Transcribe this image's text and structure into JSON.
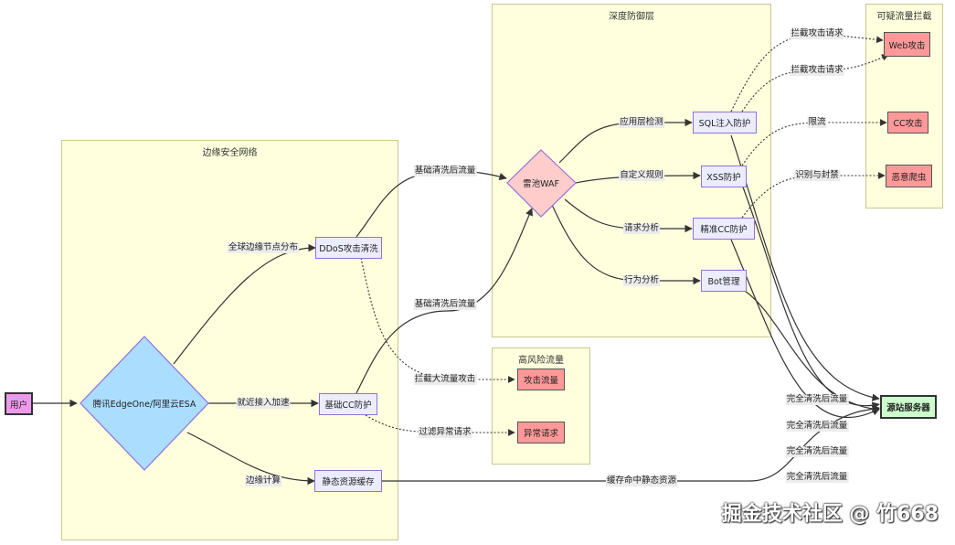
{
  "groups": {
    "edge": "边缘安全网络",
    "deep": "深度防御层",
    "risk": "高风险流量",
    "block": "可疑流量拦截"
  },
  "nodes": {
    "user": "用户",
    "edgeone": "腾讯EdgeOne/阿里云ESA",
    "ddos": "DDoS攻击清洗",
    "cc_basic": "基础CC防护",
    "static_cache": "静态资源缓存",
    "waf": "雷池WAF",
    "sql": "SQL注入防护",
    "xss": "XSS防护",
    "cc_precise": "精准CC防护",
    "bot": "Bot管理",
    "attack_traffic": "攻击流量",
    "abnormal_req": "异常请求",
    "web_attack": "Web攻击",
    "cc_attack": "CC攻击",
    "malicious_crawler": "恶意爬虫",
    "origin": "源站服务器"
  },
  "edges": {
    "global_nodes": "全球边缘节点分布",
    "nearby_access": "就近接入加速",
    "edge_compute": "边缘计算",
    "basic_clean_1": "基础清洗后流量",
    "basic_clean_2": "基础清洗后流量",
    "block_large": "拦截大流量攻击",
    "filter_abnormal": "过滤异常请求",
    "app_layer": "应用层检测",
    "custom_rules": "自定义规则",
    "req_analysis": "请求分析",
    "behavior_analysis": "行为分析",
    "block_attack_1": "拦截攻击请求",
    "block_attack_2": "拦截攻击请求",
    "rate_limit": "限流",
    "identify_ban": "识别与封禁",
    "cache_hit": "缓存命中静态资源",
    "clean_1": "完全清洗后流量",
    "clean_2": "完全清洗后流量",
    "clean_3": "完全清洗后流量",
    "clean_4": "完全清洗后流量"
  },
  "watermark": "掘金技术社区 @ 竹668",
  "colors": {
    "group_fill": "#ffffde",
    "node_fill": "#ececff",
    "node_border": "#9370db",
    "risk_fill": "#ff9999",
    "user_fill": "#ee99ee",
    "edge_diamond": "#aaddff",
    "waf_diamond": "#ffcccc",
    "origin_fill": "#ccffcc"
  }
}
